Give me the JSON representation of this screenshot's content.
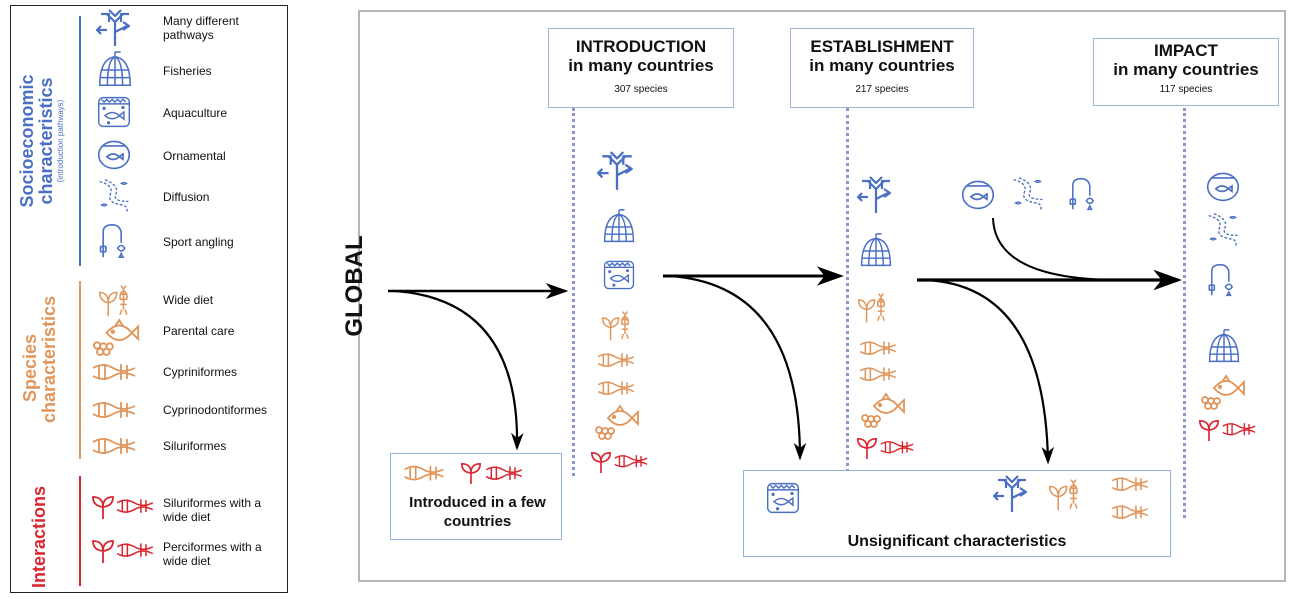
{
  "legend": {
    "sections": {
      "socioeconomic": {
        "title": "Socioeconomic characteristics",
        "subtitle": "(introduction pathways)",
        "color": "#4a6fc4"
      },
      "species": {
        "title": "Species characteristics",
        "color": "#e0955a"
      },
      "interactions": {
        "title": "Interactions",
        "color": "#d9262f"
      }
    },
    "items": [
      {
        "icon": "many-pathways-icon",
        "label": "Many different pathways"
      },
      {
        "icon": "fisheries-icon",
        "label": "Fisheries"
      },
      {
        "icon": "aquaculture-icon",
        "label": "Aquaculture"
      },
      {
        "icon": "ornamental-icon",
        "label": "Ornamental"
      },
      {
        "icon": "diffusion-icon",
        "label": "Diffusion"
      },
      {
        "icon": "sport-angling-icon",
        "label": "Sport angling"
      },
      {
        "icon": "wide-diet-icon",
        "label": "Wide diet"
      },
      {
        "icon": "parental-care-icon",
        "label": "Parental care"
      },
      {
        "icon": "cypriniformes-icon",
        "label": "Cypriniformes"
      },
      {
        "icon": "cyprinodontiformes-icon",
        "label": "Cyprinodontiformes"
      },
      {
        "icon": "siluriformes-icon",
        "label": "Siluriformes"
      },
      {
        "icon": "siluriformes-wide-diet-icon",
        "label": "Siluriformes with a wide diet"
      },
      {
        "icon": "perciformes-wide-diet-icon",
        "label": "Perciformes with a wide diet"
      }
    ]
  },
  "diagram": {
    "scale_label": "GLOBAL",
    "stages": [
      {
        "line1": "INTRODUCTION",
        "line2": "in many countries",
        "count": "307 species"
      },
      {
        "line1": "ESTABLISHMENT",
        "line2": "in many countries",
        "count": "217 species"
      },
      {
        "line1": "IMPACT",
        "line2": "in many countries",
        "count": "117 species"
      }
    ],
    "few_countries_label": "Introduced in a few countries",
    "unsignificant_label": "Unsignificant characteristics"
  },
  "colors": {
    "blue": "#4a6fc4",
    "orange": "#e0955a",
    "red": "#d9262f",
    "arrow": "#000000"
  }
}
